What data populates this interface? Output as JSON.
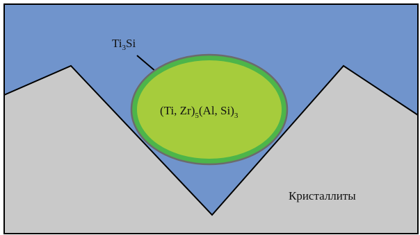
{
  "colors": {
    "matrix": "#7094cc",
    "crystallite": "#c9c9c9",
    "shell": "#4db54a",
    "core": "#a6cc3c",
    "outline": "#6b6b6b",
    "frame": "#000000"
  },
  "labels": {
    "shell": {
      "main": "Ti",
      "sub": "3",
      "tail": "Si"
    },
    "core": {
      "part1": "(Ti, Zr)",
      "sub1": "5",
      "part2": "(Al, Si)",
      "sub2": "3"
    },
    "crystallites": "Кристаллиты"
  }
}
